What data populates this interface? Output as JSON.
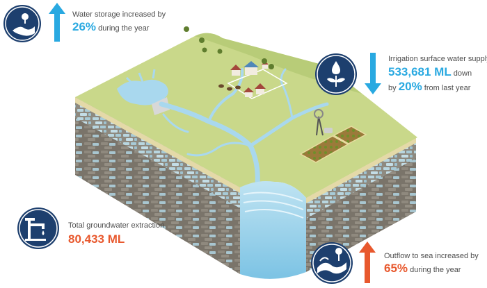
{
  "stats": {
    "storage": {
      "line1": "Water storage increased by",
      "value": "26%",
      "suffix": "during the year",
      "icon": "reservoir-icon",
      "direction": "up"
    },
    "irrigation": {
      "line1": "Irrigation surface water supply",
      "value": "533,681 ML",
      "value_suffix": "down",
      "line3_prefix": "by",
      "pct": "20%",
      "line3_suffix": "from last year",
      "icon": "water-drop-plant-icon",
      "direction": "down"
    },
    "groundwater": {
      "line1": "Total groundwater extraction",
      "value": "80,433 ML",
      "icon": "groundwater-pump-icon"
    },
    "outflow": {
      "line1": "Outflow to sea increased by",
      "value": "65%",
      "suffix": "during the year",
      "icon": "ocean-wave-icon",
      "direction": "up"
    }
  },
  "colors": {
    "badge_navy": "#1d3f6e",
    "accent_blue": "#29a9e1",
    "accent_orange": "#e8582d",
    "land_green": "#c9d88a",
    "water": "#9fd3ea",
    "rock": "#8a8378"
  }
}
